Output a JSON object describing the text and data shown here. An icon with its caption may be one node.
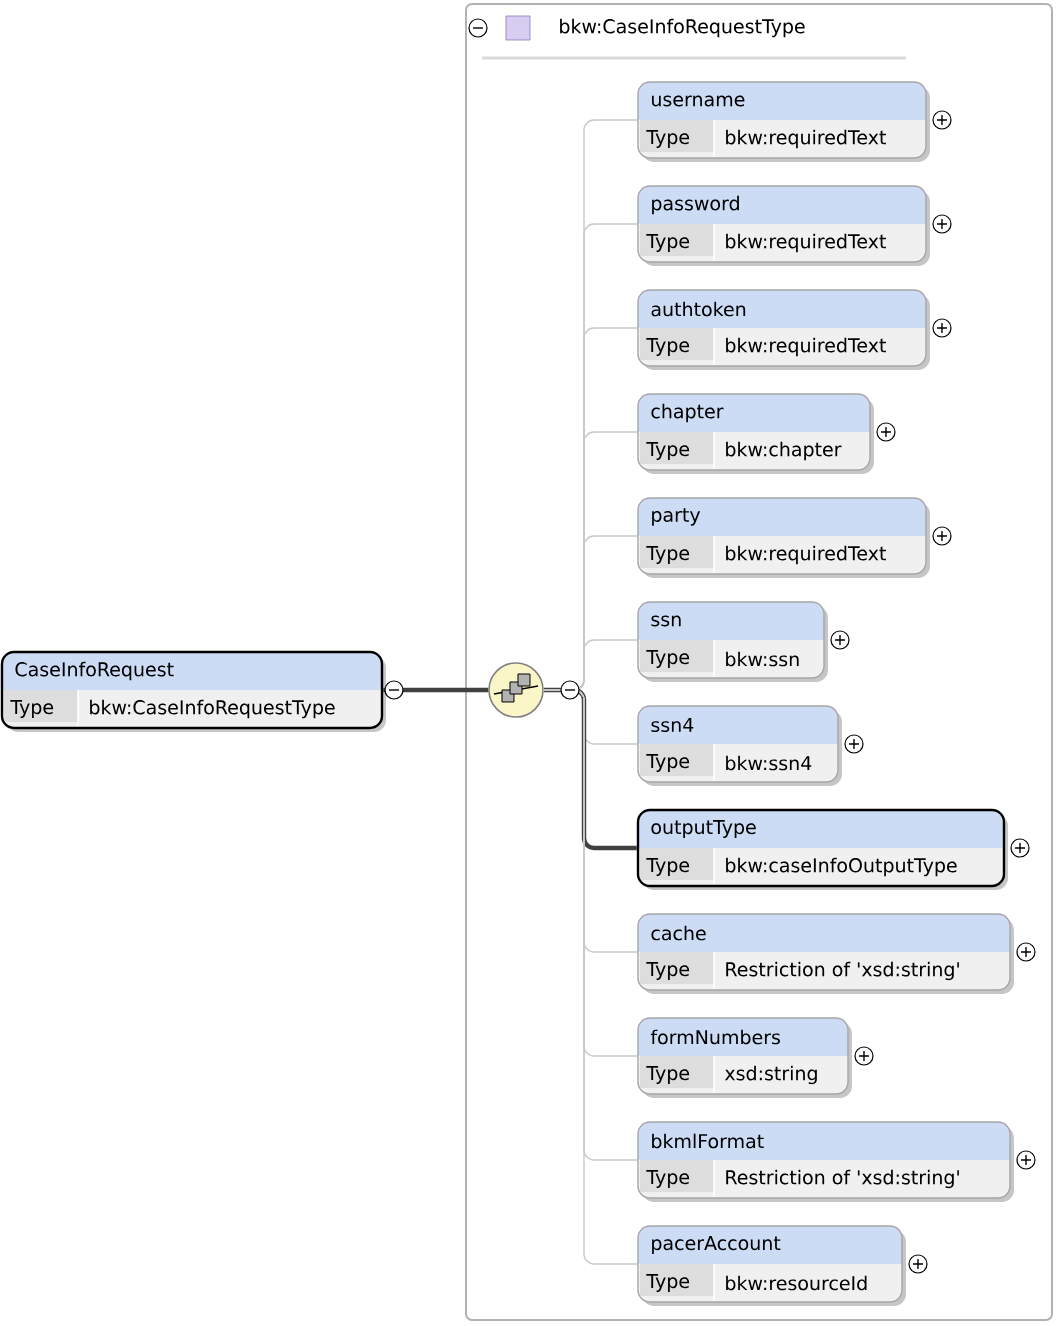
{
  "diagram": {
    "nodes": [
      {
        "text": [
          "bkw:CaseInfoRequestType"
        ]
      },
      {
        "text": [
          "CaseInfoRequest",
          "Type",
          "bkw:CaseInfoRequestType"
        ]
      },
      {
        "text": [],
        "shape": "circle",
        "in": 0
      },
      {
        "text": [
          "username",
          "Type",
          "bkw:requiredText"
        ],
        "in": 0
      },
      {
        "text": [
          "password",
          "Type",
          "bkw:requiredText"
        ],
        "in": 0
      },
      {
        "text": [
          "authtoken",
          "Type",
          "bkw:requiredText"
        ],
        "in": 0
      },
      {
        "text": [
          "chapter",
          "Type",
          "bkw:chapter"
        ],
        "in": 0
      },
      {
        "text": [
          "party",
          "Type",
          "bkw:requiredText"
        ],
        "in": 0
      },
      {
        "text": [
          "ssn",
          "Type",
          "bkw:ssn"
        ],
        "in": 0
      },
      {
        "text": [
          "ssn4",
          "Type",
          "bkw:ssn4"
        ],
        "in": 0
      },
      {
        "text": [
          "outputType",
          "Type",
          "bkw:caseInfoOutputType"
        ],
        "in": 0
      },
      {
        "text": [
          "cache",
          "Type",
          "Restriction of 'xsd:string'"
        ],
        "in": 0
      },
      {
        "text": [
          "formNumbers",
          "Type",
          "xsd:string"
        ],
        "in": 0
      },
      {
        "text": [
          "bkmlFormat",
          "Type",
          "Restriction of 'xsd:string'"
        ],
        "in": 0
      },
      {
        "text": [
          "pacerAccount",
          "Type",
          "bkw:resourceId"
        ],
        "in": 0
      }
    ],
    "edges": [
      {
        "from": 1,
        "to": 2,
        "arrow": "none",
        "style": "thick",
        "color": "#404040"
      },
      {
        "from": 2,
        "to": 3,
        "arrow": "none"
      },
      {
        "from": 2,
        "to": 4,
        "arrow": "none"
      },
      {
        "from": 2,
        "to": 5,
        "arrow": "none"
      },
      {
        "from": 2,
        "to": 6,
        "arrow": "none"
      },
      {
        "from": 2,
        "to": 7,
        "arrow": "none"
      },
      {
        "from": 2,
        "to": 8,
        "arrow": "none"
      },
      {
        "from": 2,
        "to": 9,
        "arrow": "none"
      },
      {
        "from": 2,
        "to": 10,
        "arrow": "none",
        "style": "thick",
        "color": "#404040"
      },
      {
        "from": 2,
        "to": 11,
        "arrow": "none"
      },
      {
        "from": 2,
        "to": 12,
        "arrow": "none"
      },
      {
        "from": 2,
        "to": 13,
        "arrow": "none"
      },
      {
        "from": 2,
        "to": 14,
        "arrow": "none"
      }
    ]
  }
}
